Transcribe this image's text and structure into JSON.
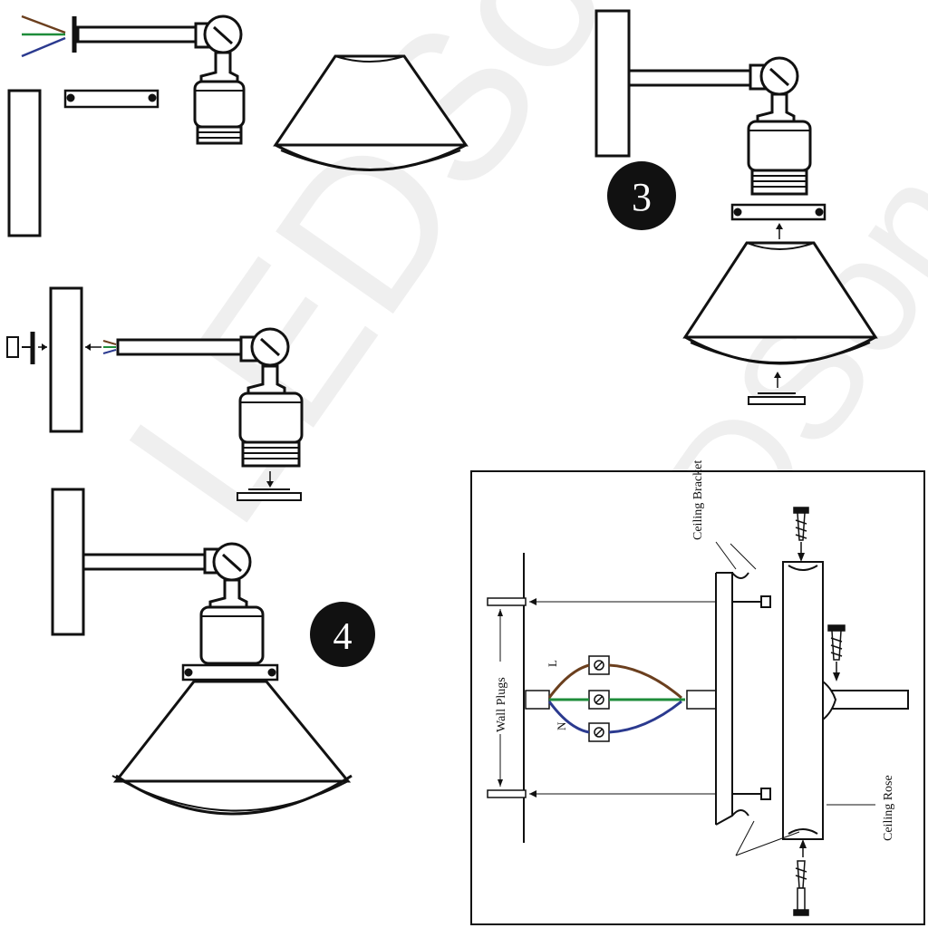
{
  "steps": [
    {
      "number": "3"
    },
    {
      "number": "4"
    }
  ],
  "wiring": {
    "labels": {
      "ceiling_bracket": "Ceiling Bracket",
      "wall_plugs": "Wall Plugs",
      "ceiling_rose": "Ceiling Rose",
      "live": "L",
      "neutral": "N"
    },
    "colors": {
      "live": "#6b3f1e",
      "earth": "#1e8c3a",
      "neutral": "#2b3a8f"
    }
  },
  "watermark": {
    "text": "LEDSone"
  }
}
